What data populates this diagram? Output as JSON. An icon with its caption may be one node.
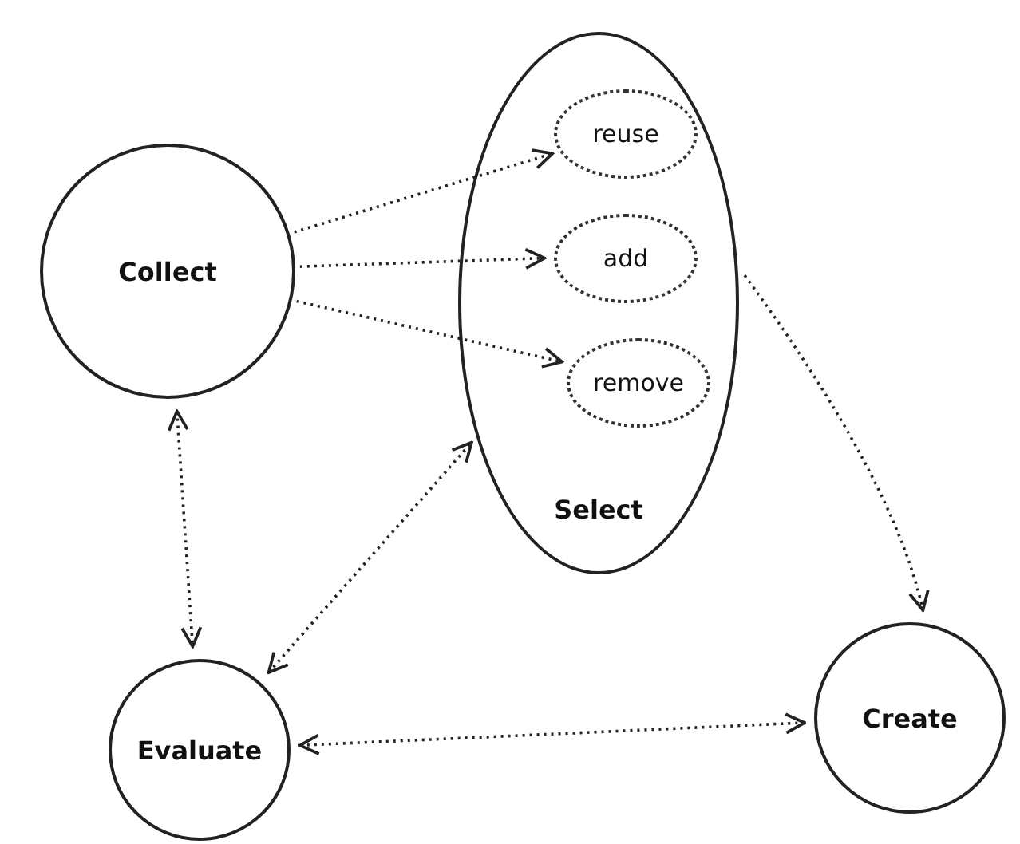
{
  "diagram": {
    "nodes": [
      {
        "text": [
          "Collect"
        ]
      },
      {
        "text": [
          "Select"
        ]
      },
      {
        "text": [
          "reuse"
        ],
        "in": 1
      },
      {
        "text": [
          "add"
        ],
        "in": 1
      },
      {
        "text": [
          "remove"
        ],
        "in": 1
      },
      {
        "text": [
          "Evaluate"
        ]
      },
      {
        "text": [
          "Create"
        ]
      }
    ],
    "edges": [
      {
        "from": 0,
        "to": 2,
        "arrow": "to"
      },
      {
        "from": 0,
        "to": 3,
        "arrow": "to"
      },
      {
        "from": 0,
        "to": 4,
        "arrow": "to"
      },
      {
        "from": 0,
        "to": 5,
        "arrow": "both"
      },
      {
        "from": 5,
        "to": 1,
        "arrow": "both"
      },
      {
        "from": 5,
        "to": 6,
        "arrow": "both"
      },
      {
        "from": 1,
        "to": 6,
        "arrow": "to"
      }
    ]
  }
}
